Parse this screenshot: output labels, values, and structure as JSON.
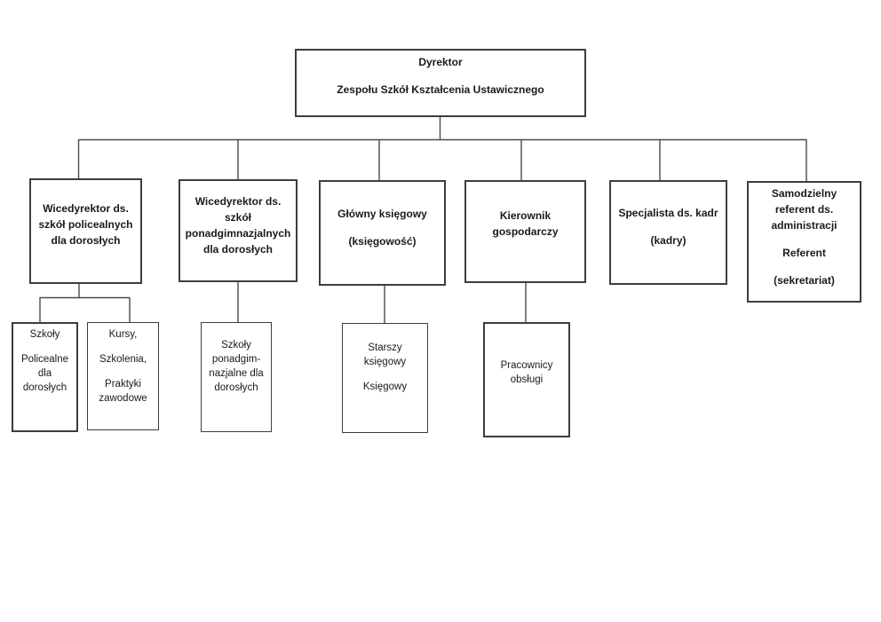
{
  "colors": {
    "background": "#ffffff",
    "box_border": "#3d3d3d",
    "connector": "#4a4a4a",
    "text": "#1a1a1a"
  },
  "org_chart": {
    "type": "org-tree",
    "root": "dyrektor",
    "nodes": {
      "dyrektor": {
        "paras": [
          "Dyrektor",
          "Zespołu Szkół Kształcenia Ustawicznego"
        ],
        "children": [
          "wicedyrektor_policealne",
          "wicedyrektor_ponadgimnazjalne",
          "glowny_ksiegowy",
          "kierownik_gospodarczy",
          "specjalista_kadr",
          "samodzielny_referent"
        ]
      },
      "wicedyrektor_policealne": {
        "paras": [
          "Wicedyrektor ds.\nszkół policealnych\ndla dorosłych"
        ],
        "children": [
          "szkoly_policealne",
          "kursy_szkolenia"
        ]
      },
      "wicedyrektor_ponadgimnazjalne": {
        "paras": [
          "Wicedyrektor ds.\nszkół\nponadgimnazjalnych\ndla dorosłych"
        ],
        "children": [
          "szkoly_ponadgimnazjalne"
        ]
      },
      "glowny_ksiegowy": {
        "paras": [
          "Główny księgowy",
          "(księgowość)"
        ],
        "children": [
          "starszy_ksiegowy"
        ]
      },
      "kierownik_gospodarczy": {
        "paras": [
          "Kierownik\ngospodarczy"
        ],
        "children": [
          "pracownicy_obslugi"
        ]
      },
      "specjalista_kadr": {
        "paras": [
          "Specjalista ds. kadr",
          "(kadry)"
        ],
        "children": []
      },
      "samodzielny_referent": {
        "paras": [
          "Samodzielny\nreferent ds.\nadministracji",
          "Referent",
          "(sekretariat)"
        ],
        "children": []
      },
      "szkoly_policealne": {
        "paras": [
          "Szkoły",
          "Policealne\ndla\ndorosłych"
        ],
        "children": []
      },
      "kursy_szkolenia": {
        "paras": [
          "Kursy,",
          "Szkolenia,",
          "Praktyki\nzawodowe"
        ],
        "children": []
      },
      "szkoly_ponadgimnazjalne": {
        "paras": [
          "Szkoły\nponadgim-\nnazjalne dla\ndorosłych"
        ],
        "children": []
      },
      "starszy_ksiegowy": {
        "paras": [
          "Starszy\nksięgowy",
          "Księgowy"
        ],
        "children": []
      },
      "pracownicy_obslugi": {
        "paras": [
          "Pracownicy\nobsługi"
        ],
        "children": []
      }
    }
  }
}
